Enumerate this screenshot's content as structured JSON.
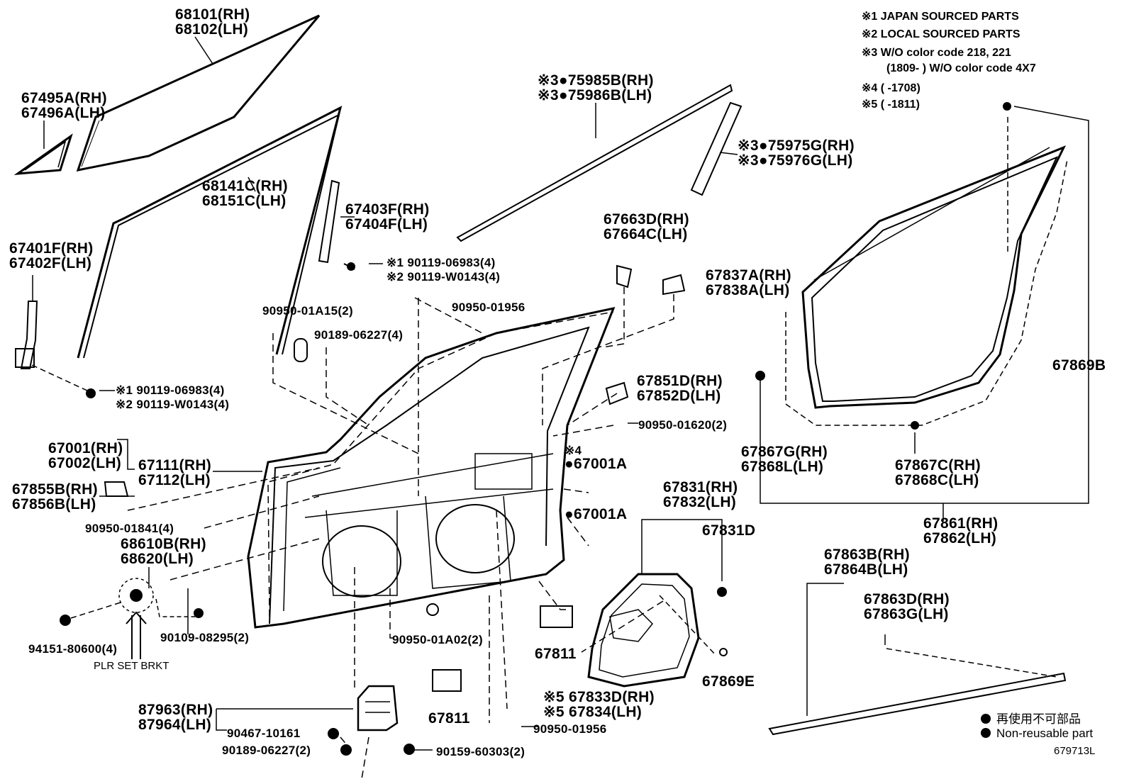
{
  "notes": {
    "n1": "※1  JAPAN SOURCED PARTS",
    "n2": "※2  LOCAL SOURCED PARTS",
    "n3a": "※3 W/O color code 218, 221",
    "n3b": "(1809-         ) W/O color code 4X7",
    "n4": "※4 (          -1708)",
    "n5": "※5 (          -1811)"
  },
  "legend": {
    "jp": "再使用不可部品",
    "en": "Non-reusable part"
  },
  "diagram_code": "679713L",
  "callouts": {
    "c68101": [
      "68101(RH)",
      "68102(LH)"
    ],
    "c67495": [
      "67495A(RH)",
      "67496A(LH)"
    ],
    "c68141": [
      "68141C(RH)",
      "68151C(LH)"
    ],
    "c67403": [
      "67403F(RH)",
      "67404F(LH)"
    ],
    "c67401": [
      "67401F(RH)",
      "67402F(LH)"
    ],
    "c75985": [
      "※3●75985B(RH)",
      "※3●75986B(LH)"
    ],
    "c75975": [
      "※3●75975G(RH)",
      "※3●75976G(LH)"
    ],
    "c67663": [
      "67663D(RH)",
      "67664C(LH)"
    ],
    "c67837": [
      "67837A(RH)",
      "67838A(LH)"
    ],
    "c9011_top": [
      "※1 90119-06983(4)",
      "※2 90119-W0143(4)"
    ],
    "c9011_left": [
      "※1 90119-06983(4)",
      "※2 90119-W0143(4)"
    ],
    "c90950_a15": [
      "90950-01A15(2)"
    ],
    "c90950_1956a": [
      "90950-01956"
    ],
    "c90189_a": [
      "90189-06227(4)"
    ],
    "c67851": [
      "67851D(RH)",
      "67852D(LH)"
    ],
    "c90950_1620": [
      "90950-01620(2)"
    ],
    "c67001": [
      "67001(RH)",
      "67002(LH)"
    ],
    "c67111": [
      "67111(RH)",
      "67112(LH)"
    ],
    "c67001A_a": [
      "※4",
      "●67001A"
    ],
    "c67001A_b": [
      "●67001A"
    ],
    "c67855": [
      "67855B(RH)",
      "67856B(LH)"
    ],
    "c90950_1841": [
      "90950-01841(4)"
    ],
    "c68610": [
      "68610B(RH)",
      "68620(LH)"
    ],
    "c67831": [
      "67831(RH)",
      "67832(LH)"
    ],
    "c67831D": [
      "67831D"
    ],
    "c90109": [
      "90109-08295(2)"
    ],
    "c94151": [
      "94151-80600(4)"
    ],
    "plr": [
      "PLR SET BRKT"
    ],
    "c90950_a02": [
      "90950-01A02(2)"
    ],
    "c67811a": [
      "67811"
    ],
    "c67811b": [
      "67811"
    ],
    "c67869E": [
      "67869E"
    ],
    "c67833": [
      "※5 67833D(RH)",
      "※5 67834(LH)"
    ],
    "c87963": [
      "87963(RH)",
      "87964(LH)"
    ],
    "c90467": [
      "90467-10161"
    ],
    "c90950_1956b": [
      "90950-01956"
    ],
    "c90189_b": [
      "90189-06227(2)"
    ],
    "c90159": [
      "90159-60303(2)"
    ],
    "c67869B": [
      "67869B"
    ],
    "c67867G": [
      "67867G(RH)",
      "67868L(LH)"
    ],
    "c67867C": [
      "67867C(RH)",
      "67868C(LH)"
    ],
    "c67861": [
      "67861(RH)",
      "67862(LH)"
    ],
    "c67863B": [
      "67863B(RH)",
      "67864B(LH)"
    ],
    "c67863D": [
      "67863D(RH)",
      "67863G(LH)"
    ]
  }
}
